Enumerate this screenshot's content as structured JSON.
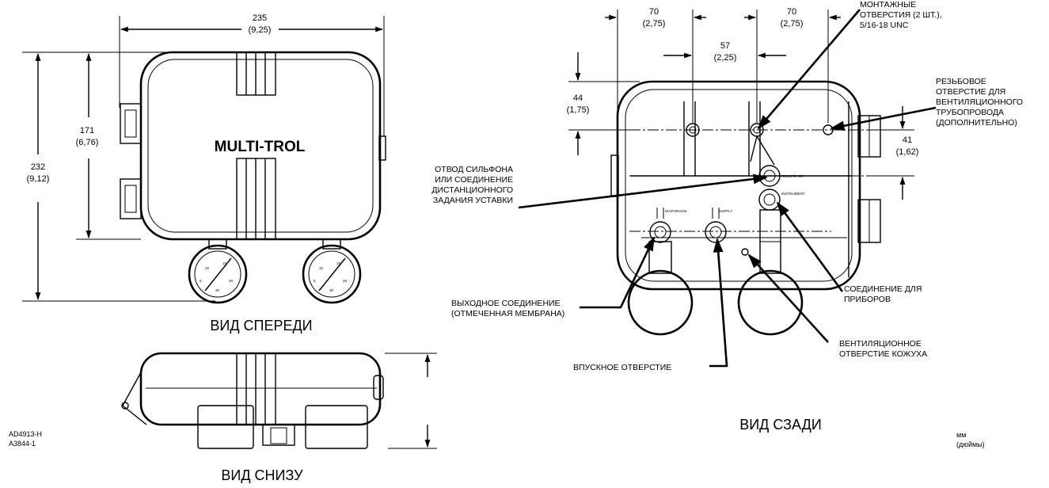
{
  "front_view": {
    "title": "ВИД СПЕРЕДИ",
    "brand": "MULTI-TROL",
    "width_mm": "235",
    "width_in": "(9,25)",
    "height_mm": "232",
    "height_in": "(9,12)",
    "case_height_mm": "171",
    "case_height_in": "(6,76)"
  },
  "bottom_view": {
    "title": "ВИД СНИЗУ"
  },
  "rear_view": {
    "title": "ВИД СЗАДИ",
    "dim_left_mm": "70",
    "dim_left_in": "(2,75)",
    "dim_mid_mm": "57",
    "dim_mid_in": "(2,25)",
    "dim_right_mm": "70",
    "dim_right_in": "(2,75)",
    "dim_top_mm": "44",
    "dim_top_in": "(1,75)",
    "dim_side_mm": "41",
    "dim_side_in": "(1,62)",
    "port_diaphragm": "DIAPHRAGM",
    "port_supply": "SUPPLY",
    "port_remote": "REMOTE SET",
    "port_instrument": "INSTRUMENT"
  },
  "callouts": {
    "mounting_holes": [
      "МОНТАЖНЫЕ",
      "ОТВЕРСТИЯ (2 ШТ.),",
      "5/16-18 UNC"
    ],
    "vent_thread": [
      "РЕЗЬБОВОЕ",
      "ОТВЕРСТИЕ ДЛЯ",
      "ВЕНТИЛЯЦИОННОГО",
      "ТРУБОПРОВОДА",
      "(ДОПОЛНИТЕЛЬНО)"
    ],
    "bellows": [
      "ОТВОД СИЛЬФОНА",
      "ИЛИ СОЕДИНЕНИЕ",
      "ДИСТАНЦИОННОГО",
      "ЗАДАНИЯ УСТАВКИ"
    ],
    "instrument": [
      "СОЕДИНЕНИЕ ДЛЯ",
      "ПРИБОРОВ"
    ],
    "output": [
      "ВЫХОДНОЕ СОЕДИНЕНИЕ",
      "(ОТМЕЧЕННАЯ МЕМБРАНА)"
    ],
    "case_vent": [
      "ВЕНТИЛЯЦИОННОЕ",
      "ОТВЕРСТИЕ КОЖУХА"
    ],
    "inlet": "ВПУСКНОЕ ОТВЕРСТИЕ"
  },
  "drawing_codes": [
    "AD4913-H",
    "A3844-1"
  ],
  "units": [
    "мм",
    "(дюймы)"
  ]
}
